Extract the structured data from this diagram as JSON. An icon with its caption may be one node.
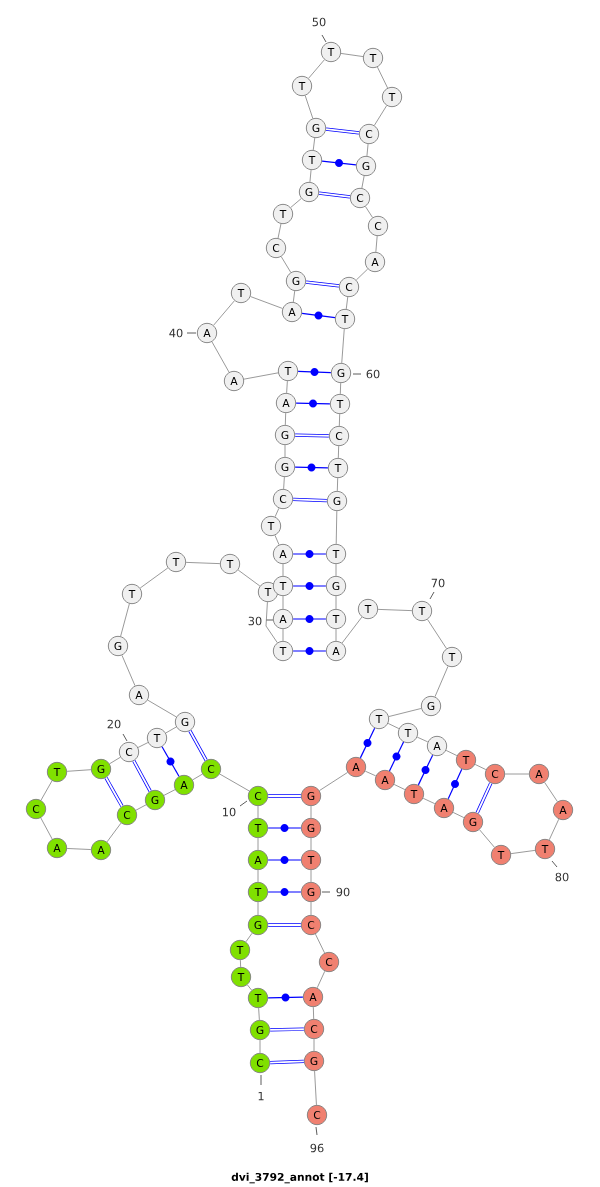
{
  "diagram": {
    "caption": "dvi_3792_annot [-17.4]",
    "nodes": [
      {
        "text": [
          "C"
        ],
        "beside": [
          "1"
        ]
      },
      {
        "text": [
          "G"
        ]
      },
      {
        "text": [
          "T"
        ]
      },
      {
        "text": [
          "T"
        ]
      },
      {
        "text": [
          "T"
        ]
      },
      {
        "text": [
          "G"
        ]
      },
      {
        "text": [
          "T"
        ]
      },
      {
        "text": [
          "A"
        ]
      },
      {
        "text": [
          "T"
        ]
      },
      {
        "text": [
          "C"
        ],
        "beside": [
          "10"
        ]
      },
      {
        "text": [
          "C"
        ]
      },
      {
        "text": [
          "A"
        ]
      },
      {
        "text": [
          "G"
        ]
      },
      {
        "text": [
          "C"
        ]
      },
      {
        "text": [
          "A"
        ]
      },
      {
        "text": [
          "A"
        ]
      },
      {
        "text": [
          "C"
        ]
      },
      {
        "text": [
          "T"
        ]
      },
      {
        "text": [
          "G"
        ]
      },
      {
        "text": [
          "C"
        ],
        "beside": [
          "20"
        ]
      },
      {
        "text": [
          "T"
        ]
      },
      {
        "text": [
          "G"
        ]
      },
      {
        "text": [
          "A"
        ]
      },
      {
        "text": [
          "G"
        ]
      },
      {
        "text": [
          "T"
        ]
      },
      {
        "text": [
          "T"
        ]
      },
      {
        "text": [
          "T"
        ]
      },
      {
        "text": [
          "T"
        ]
      },
      {
        "text": [
          "T"
        ]
      },
      {
        "text": [
          "A"
        ],
        "beside": [
          "30"
        ]
      },
      {
        "text": [
          "T"
        ]
      },
      {
        "text": [
          "A"
        ]
      },
      {
        "text": [
          "T"
        ]
      },
      {
        "text": [
          "C"
        ]
      },
      {
        "text": [
          "G"
        ]
      },
      {
        "text": [
          "G"
        ]
      },
      {
        "text": [
          "A"
        ]
      },
      {
        "text": [
          "T"
        ]
      },
      {
        "text": [
          "A"
        ]
      },
      {
        "text": [
          "A"
        ],
        "beside": [
          "40"
        ]
      },
      {
        "text": [
          "T"
        ]
      },
      {
        "text": [
          "A"
        ]
      },
      {
        "text": [
          "G"
        ]
      },
      {
        "text": [
          "C"
        ]
      },
      {
        "text": [
          "T"
        ]
      },
      {
        "text": [
          "G"
        ]
      },
      {
        "text": [
          "T"
        ]
      },
      {
        "text": [
          "G"
        ]
      },
      {
        "text": [
          "T"
        ]
      },
      {
        "text": [
          "T"
        ],
        "beside": [
          "50"
        ]
      },
      {
        "text": [
          "T"
        ]
      },
      {
        "text": [
          "T"
        ]
      },
      {
        "text": [
          "C"
        ]
      },
      {
        "text": [
          "G"
        ]
      },
      {
        "text": [
          "C"
        ]
      },
      {
        "text": [
          "C"
        ]
      },
      {
        "text": [
          "A"
        ]
      },
      {
        "text": [
          "C"
        ]
      },
      {
        "text": [
          "T"
        ]
      },
      {
        "text": [
          "G"
        ],
        "beside": [
          "60"
        ]
      },
      {
        "text": [
          "T"
        ]
      },
      {
        "text": [
          "C"
        ]
      },
      {
        "text": [
          "T"
        ]
      },
      {
        "text": [
          "G"
        ]
      },
      {
        "text": [
          "T"
        ]
      },
      {
        "text": [
          "G"
        ]
      },
      {
        "text": [
          "T"
        ]
      },
      {
        "text": [
          "A"
        ]
      },
      {
        "text": [
          "T"
        ]
      },
      {
        "text": [
          "T"
        ],
        "beside": [
          "70"
        ]
      },
      {
        "text": [
          "T"
        ]
      },
      {
        "text": [
          "G"
        ]
      },
      {
        "text": [
          "T"
        ]
      },
      {
        "text": [
          "T"
        ]
      },
      {
        "text": [
          "A"
        ]
      },
      {
        "text": [
          "T"
        ]
      },
      {
        "text": [
          "C"
        ]
      },
      {
        "text": [
          "A"
        ]
      },
      {
        "text": [
          "A"
        ]
      },
      {
        "text": [
          "T"
        ],
        "beside": [
          "80"
        ]
      },
      {
        "text": [
          "T"
        ]
      },
      {
        "text": [
          "G"
        ]
      },
      {
        "text": [
          "A"
        ]
      },
      {
        "text": [
          "T"
        ]
      },
      {
        "text": [
          "A"
        ]
      },
      {
        "text": [
          "A"
        ]
      },
      {
        "text": [
          "G"
        ]
      },
      {
        "text": [
          "G"
        ]
      },
      {
        "text": [
          "T"
        ]
      },
      {
        "text": [
          "G"
        ],
        "beside": [
          "90"
        ]
      },
      {
        "text": [
          "C"
        ]
      },
      {
        "text": [
          "C"
        ]
      },
      {
        "text": [
          "A"
        ]
      },
      {
        "text": [
          "C"
        ]
      },
      {
        "text": [
          "G"
        ]
      },
      {
        "text": [
          "C"
        ],
        "beside": [
          "96"
        ]
      }
    ],
    "edges": [
      {
        "from": 0,
        "to": 1,
        "arrow": "none"
      },
      {
        "from": 1,
        "to": 2,
        "arrow": "none"
      },
      {
        "from": 2,
        "to": 3,
        "arrow": "none"
      },
      {
        "from": 3,
        "to": 4,
        "arrow": "none"
      },
      {
        "from": 4,
        "to": 5,
        "arrow": "none"
      },
      {
        "from": 5,
        "to": 6,
        "arrow": "none"
      },
      {
        "from": 6,
        "to": 7,
        "arrow": "none"
      },
      {
        "from": 7,
        "to": 8,
        "arrow": "none"
      },
      {
        "from": 8,
        "to": 9,
        "arrow": "none"
      },
      {
        "from": 9,
        "to": 10,
        "arrow": "none"
      },
      {
        "from": 10,
        "to": 11,
        "arrow": "none"
      },
      {
        "from": 11,
        "to": 12,
        "arrow": "none"
      },
      {
        "from": 12,
        "to": 13,
        "arrow": "none"
      },
      {
        "from": 13,
        "to": 14,
        "arrow": "none"
      },
      {
        "from": 14,
        "to": 15,
        "arrow": "none"
      },
      {
        "from": 15,
        "to": 16,
        "arrow": "none"
      },
      {
        "from": 16,
        "to": 17,
        "arrow": "none"
      },
      {
        "from": 17,
        "to": 18,
        "arrow": "none"
      },
      {
        "from": 18,
        "to": 19,
        "arrow": "none"
      },
      {
        "from": 19,
        "to": 20,
        "arrow": "none"
      },
      {
        "from": 20,
        "to": 21,
        "arrow": "none"
      },
      {
        "from": 21,
        "to": 22,
        "arrow": "none"
      },
      {
        "from": 22,
        "to": 23,
        "arrow": "none"
      },
      {
        "from": 23,
        "to": 24,
        "arrow": "none"
      },
      {
        "from": 24,
        "to": 25,
        "arrow": "none"
      },
      {
        "from": 25,
        "to": 26,
        "arrow": "none"
      },
      {
        "from": 26,
        "to": 27,
        "arrow": "none"
      },
      {
        "from": 27,
        "to": 28,
        "arrow": "none"
      },
      {
        "from": 28,
        "to": 29,
        "arrow": "none"
      },
      {
        "from": 29,
        "to": 30,
        "arrow": "none"
      },
      {
        "from": 30,
        "to": 31,
        "arrow": "none"
      },
      {
        "from": 31,
        "to": 32,
        "arrow": "none"
      },
      {
        "from": 32,
        "to": 33,
        "arrow": "none"
      },
      {
        "from": 33,
        "to": 34,
        "arrow": "none"
      },
      {
        "from": 34,
        "to": 35,
        "arrow": "none"
      },
      {
        "from": 35,
        "to": 36,
        "arrow": "none"
      },
      {
        "from": 36,
        "to": 37,
        "arrow": "none"
      },
      {
        "from": 37,
        "to": 38,
        "arrow": "none"
      },
      {
        "from": 38,
        "to": 39,
        "arrow": "none"
      },
      {
        "from": 39,
        "to": 40,
        "arrow": "none"
      },
      {
        "from": 40,
        "to": 41,
        "arrow": "none"
      },
      {
        "from": 41,
        "to": 42,
        "arrow": "none"
      },
      {
        "from": 42,
        "to": 43,
        "arrow": "none"
      },
      {
        "from": 43,
        "to": 44,
        "arrow": "none"
      },
      {
        "from": 44,
        "to": 45,
        "arrow": "none"
      },
      {
        "from": 45,
        "to": 46,
        "arrow": "none"
      },
      {
        "from": 46,
        "to": 47,
        "arrow": "none"
      },
      {
        "from": 47,
        "to": 48,
        "arrow": "none"
      },
      {
        "from": 48,
        "to": 49,
        "arrow": "none"
      },
      {
        "from": 49,
        "to": 50,
        "arrow": "none"
      },
      {
        "from": 50,
        "to": 51,
        "arrow": "none"
      },
      {
        "from": 51,
        "to": 52,
        "arrow": "none"
      },
      {
        "from": 52,
        "to": 53,
        "arrow": "none"
      },
      {
        "from": 53,
        "to": 54,
        "arrow": "none"
      },
      {
        "from": 54,
        "to": 55,
        "arrow": "none"
      },
      {
        "from": 55,
        "to": 56,
        "arrow": "none"
      },
      {
        "from": 56,
        "to": 57,
        "arrow": "none"
      },
      {
        "from": 57,
        "to": 58,
        "arrow": "none"
      },
      {
        "from": 58,
        "to": 59,
        "arrow": "none"
      },
      {
        "from": 59,
        "to": 60,
        "arrow": "none"
      },
      {
        "from": 60,
        "to": 61,
        "arrow": "none"
      },
      {
        "from": 61,
        "to": 62,
        "arrow": "none"
      },
      {
        "from": 62,
        "to": 63,
        "arrow": "none"
      },
      {
        "from": 63,
        "to": 64,
        "arrow": "none"
      },
      {
        "from": 64,
        "to": 65,
        "arrow": "none"
      },
      {
        "from": 65,
        "to": 66,
        "arrow": "none"
      },
      {
        "from": 66,
        "to": 67,
        "arrow": "none"
      },
      {
        "from": 67,
        "to": 68,
        "arrow": "none"
      },
      {
        "from": 68,
        "to": 69,
        "arrow": "none"
      },
      {
        "from": 69,
        "to": 70,
        "arrow": "none"
      },
      {
        "from": 70,
        "to": 71,
        "arrow": "none"
      },
      {
        "from": 71,
        "to": 72,
        "arrow": "none"
      },
      {
        "from": 72,
        "to": 73,
        "arrow": "none"
      },
      {
        "from": 73,
        "to": 74,
        "arrow": "none"
      },
      {
        "from": 74,
        "to": 75,
        "arrow": "none"
      },
      {
        "from": 75,
        "to": 76,
        "arrow": "none"
      },
      {
        "from": 76,
        "to": 77,
        "arrow": "none"
      },
      {
        "from": 77,
        "to": 78,
        "arrow": "none"
      },
      {
        "from": 78,
        "to": 79,
        "arrow": "none"
      },
      {
        "from": 79,
        "to": 80,
        "arrow": "none"
      },
      {
        "from": 80,
        "to": 81,
        "arrow": "none"
      },
      {
        "from": 81,
        "to": 82,
        "arrow": "none"
      },
      {
        "from": 82,
        "to": 83,
        "arrow": "none"
      },
      {
        "from": 83,
        "to": 84,
        "arrow": "none"
      },
      {
        "from": 84,
        "to": 85,
        "arrow": "none"
      },
      {
        "from": 85,
        "to": 86,
        "arrow": "none"
      },
      {
        "from": 86,
        "to": 87,
        "arrow": "none"
      },
      {
        "from": 87,
        "to": 88,
        "arrow": "none"
      },
      {
        "from": 88,
        "to": 89,
        "arrow": "none"
      },
      {
        "from": 89,
        "to": 90,
        "arrow": "none"
      },
      {
        "from": 90,
        "to": 91,
        "arrow": "none"
      },
      {
        "from": 91,
        "to": 92,
        "arrow": "none"
      },
      {
        "from": 92,
        "to": 93,
        "arrow": "none"
      },
      {
        "from": 93,
        "to": 94,
        "arrow": "none"
      },
      {
        "from": 94,
        "to": 95,
        "arrow": "none"
      },
      {
        "from": 0,
        "to": 94,
        "arrow": "none",
        "color": "#0000ff",
        "style": "thick"
      },
      {
        "from": 1,
        "to": 93,
        "arrow": "none",
        "color": "#0000ff",
        "style": "thick"
      },
      {
        "from": 2,
        "to": 92,
        "arrow": "none",
        "color": "#0000ff"
      },
      {
        "from": 5,
        "to": 90,
        "arrow": "none",
        "color": "#0000ff",
        "style": "thick"
      },
      {
        "from": 6,
        "to": 89,
        "arrow": "none",
        "color": "#0000ff"
      },
      {
        "from": 7,
        "to": 88,
        "arrow": "none",
        "color": "#0000ff"
      },
      {
        "from": 8,
        "to": 87,
        "arrow": "none",
        "color": "#0000ff"
      },
      {
        "from": 9,
        "to": 86,
        "arrow": "none",
        "color": "#0000ff",
        "style": "thick"
      },
      {
        "from": 10,
        "to": 21,
        "arrow": "none",
        "color": "#0000ff",
        "style": "thick"
      },
      {
        "from": 11,
        "to": 20,
        "arrow": "none",
        "color": "#0000ff"
      },
      {
        "from": 12,
        "to": 19,
        "arrow": "none",
        "color": "#0000ff",
        "style": "thick"
      },
      {
        "from": 13,
        "to": 18,
        "arrow": "none",
        "color": "#0000ff",
        "style": "thick"
      },
      {
        "from": 28,
        "to": 67,
        "arrow": "none",
        "color": "#0000ff"
      },
      {
        "from": 29,
        "to": 66,
        "arrow": "none",
        "color": "#0000ff"
      },
      {
        "from": 30,
        "to": 65,
        "arrow": "none",
        "color": "#0000ff"
      },
      {
        "from": 31,
        "to": 64,
        "arrow": "none",
        "color": "#0000ff"
      },
      {
        "from": 33,
        "to": 63,
        "arrow": "none",
        "color": "#0000ff",
        "style": "thick"
      },
      {
        "from": 34,
        "to": 62,
        "arrow": "none",
        "color": "#0000ff"
      },
      {
        "from": 35,
        "to": 61,
        "arrow": "none",
        "color": "#0000ff",
        "style": "thick"
      },
      {
        "from": 36,
        "to": 60,
        "arrow": "none",
        "color": "#0000ff"
      },
      {
        "from": 37,
        "to": 59,
        "arrow": "none",
        "color": "#0000ff"
      },
      {
        "from": 41,
        "to": 58,
        "arrow": "none",
        "color": "#0000ff"
      },
      {
        "from": 42,
        "to": 57,
        "arrow": "none",
        "color": "#0000ff",
        "style": "thick"
      },
      {
        "from": 45,
        "to": 54,
        "arrow": "none",
        "color": "#0000ff",
        "style": "thick"
      },
      {
        "from": 46,
        "to": 53,
        "arrow": "none",
        "color": "#0000ff"
      },
      {
        "from": 47,
        "to": 52,
        "arrow": "none",
        "color": "#0000ff",
        "style": "thick"
      },
      {
        "from": 72,
        "to": 85,
        "arrow": "none",
        "color": "#0000ff"
      },
      {
        "from": 73,
        "to": 84,
        "arrow": "none",
        "color": "#0000ff"
      },
      {
        "from": 74,
        "to": 83,
        "arrow": "none",
        "color": "#0000ff"
      },
      {
        "from": 75,
        "to": 82,
        "arrow": "none",
        "color": "#0000ff"
      },
      {
        "from": 76,
        "to": 81,
        "arrow": "none",
        "color": "#0000ff",
        "style": "thick"
      }
    ]
  }
}
